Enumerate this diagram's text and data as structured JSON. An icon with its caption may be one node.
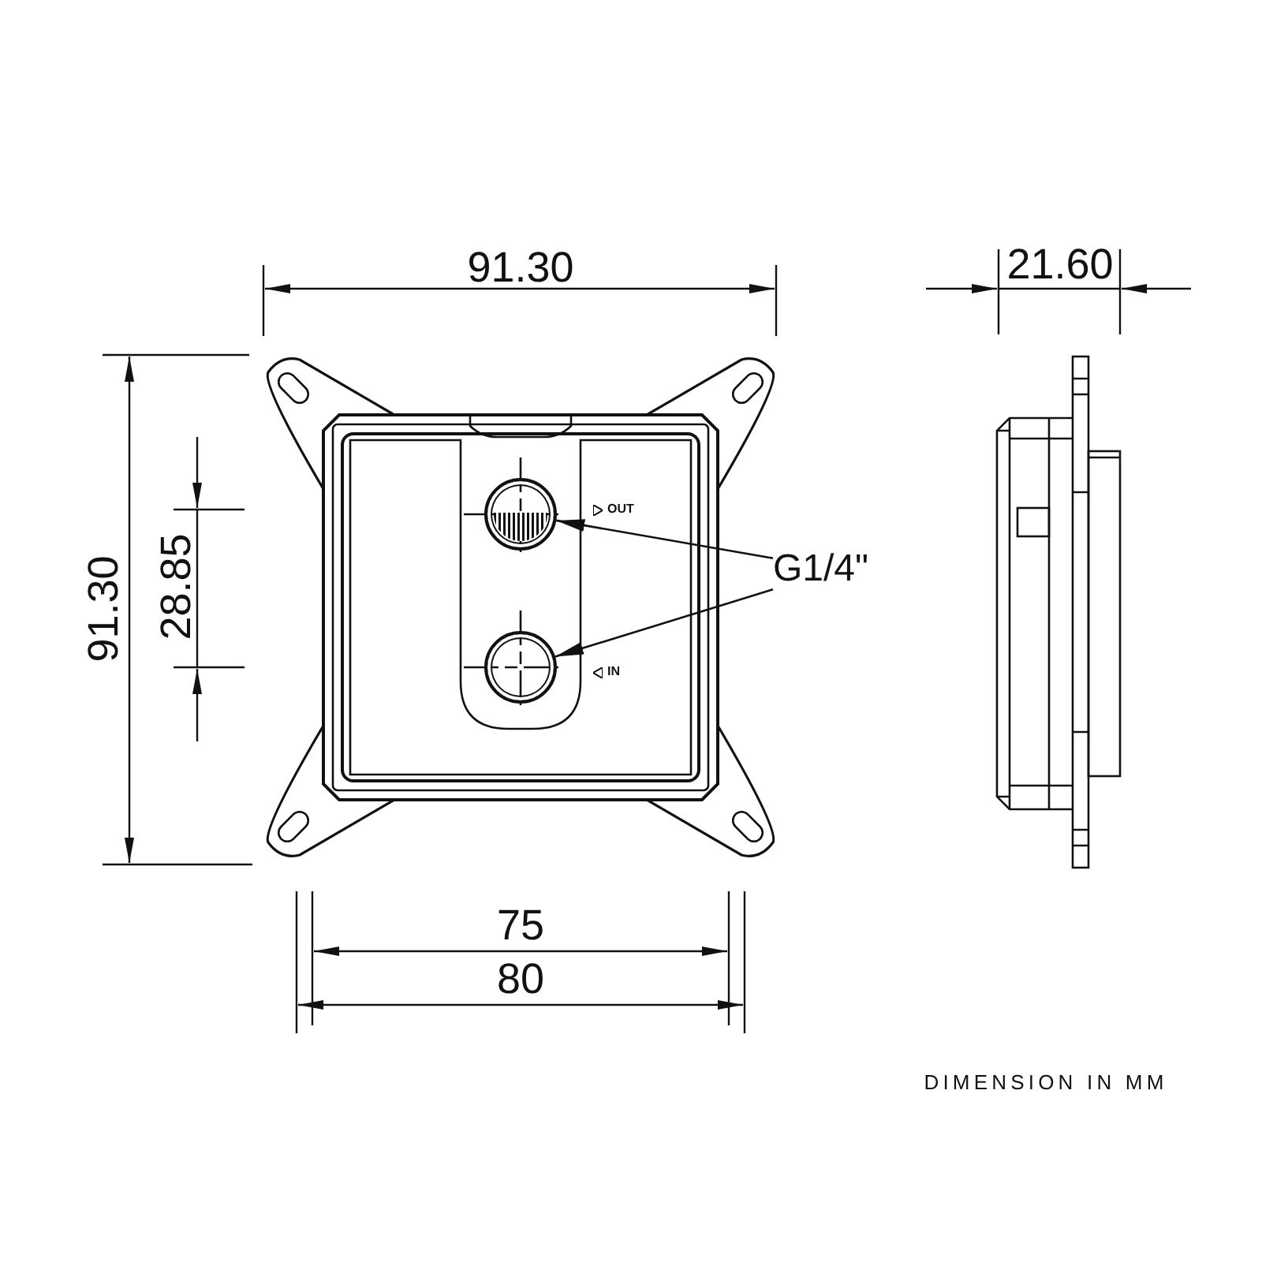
{
  "diagram": {
    "nodes": [
      {
        "text": [
          "G1/4\""
        ]
      },
      {
        "text": [],
        "shape": "circle"
      },
      {
        "text": [],
        "shape": "circle"
      }
    ],
    "edges": [
      {
        "from": 0,
        "to": 1,
        "arrow": "to"
      },
      {
        "from": 0,
        "to": 2,
        "arrow": "to"
      }
    ],
    "labels": [
      "91.30",
      "21.60",
      "91.30",
      "28.85",
      "OUT",
      "IN",
      "75",
      "80",
      "DIMENSION IN MM"
    ]
  }
}
